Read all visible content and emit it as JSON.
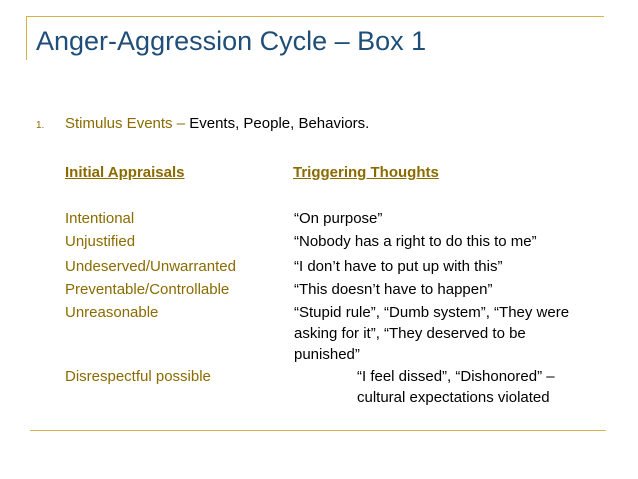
{
  "slide": {
    "title": "Anger-Aggression Cycle – Box 1",
    "stimulus": {
      "number": "1.",
      "label": "Stimulus Events –",
      "value": " Events, People, Behaviors."
    },
    "headers": {
      "appraisals": "Initial Appraisals",
      "thoughts": "Triggering Thoughts"
    },
    "rows": [
      {
        "appraisal": "Intentional",
        "thought": "“On purpose”"
      },
      {
        "appraisal": "Unjustified",
        "thought": "“Nobody has a right to do this to me”"
      },
      {
        "appraisal": "Undeserved/Unwarranted",
        "thought": "“I don’t have to put up with this”"
      },
      {
        "appraisal": "Preventable/Controllable",
        "thought": "“This doesn’t have to happen”"
      },
      {
        "appraisal": "Unreasonable",
        "thought": "“Stupid rule”, “Dumb system”, “They were asking for it”, “They deserved to be punished”"
      },
      {
        "appraisal": "Disrespectful possible",
        "thought": "“I feel dissed”, “Dishonored” – cultural expectations violated"
      }
    ]
  },
  "colors": {
    "title": "#1f4e79",
    "accent": "#8a6b00",
    "rule": "#d4b24a",
    "text": "#000000"
  }
}
